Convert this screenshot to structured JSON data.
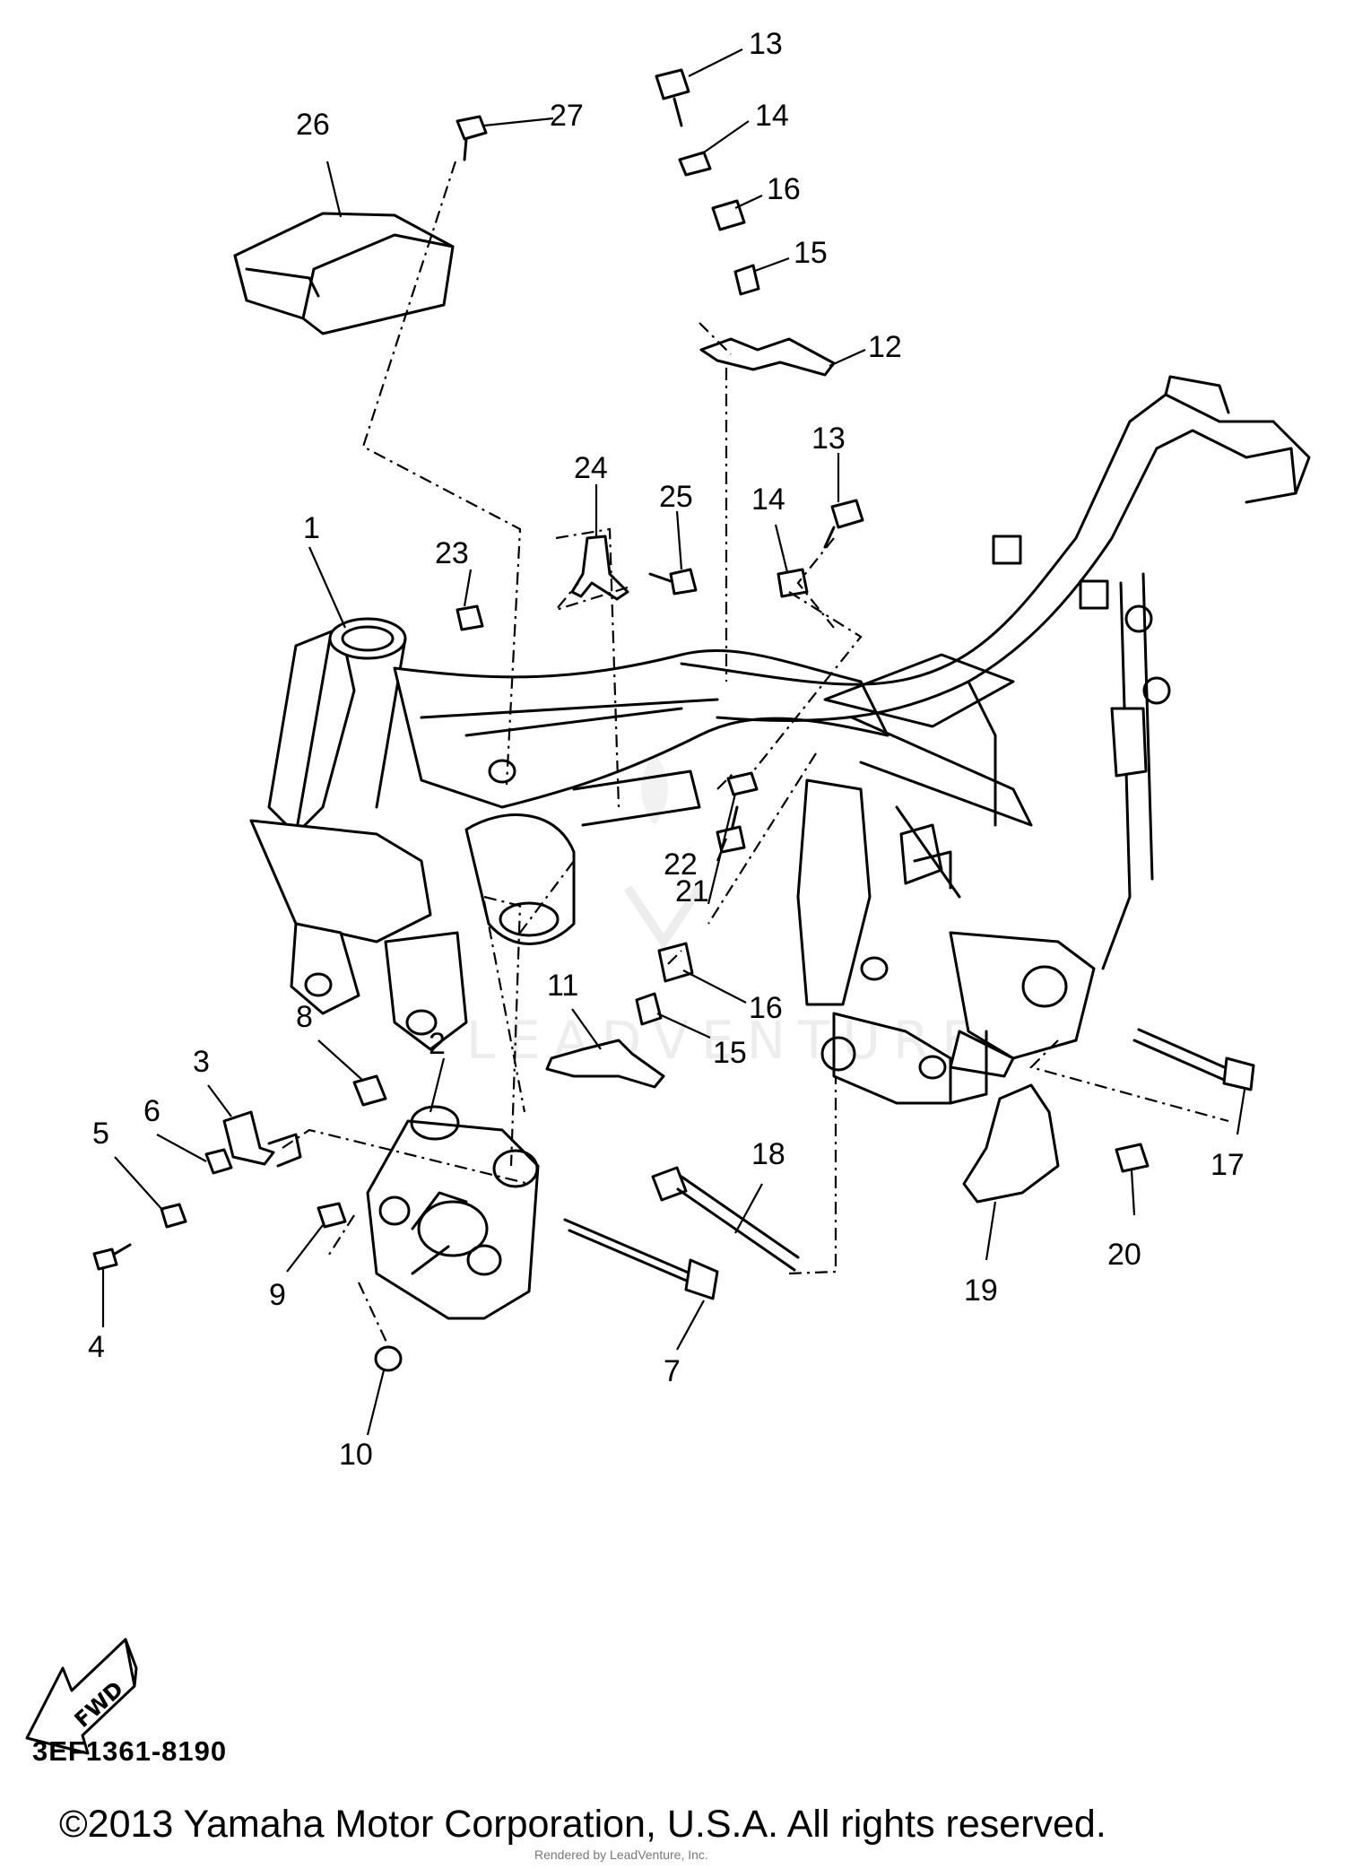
{
  "diagram": {
    "part_code": "3EF1361-8190",
    "copyright": "©2013 Yamaha Motor Corporation, U.S.A. All rights reserved.",
    "credit": "Rendered by LeadVenture, Inc.",
    "watermark": "LEADVENTURE",
    "fwd_label": "FWD",
    "callouts": [
      "1",
      "2",
      "3",
      "4",
      "5",
      "6",
      "7",
      "8",
      "9",
      "10",
      "11",
      "12",
      "13",
      "13",
      "14",
      "14",
      "15",
      "15",
      "16",
      "16",
      "17",
      "18",
      "19",
      "20",
      "21",
      "22",
      "23",
      "24",
      "25",
      "26",
      "27"
    ]
  }
}
